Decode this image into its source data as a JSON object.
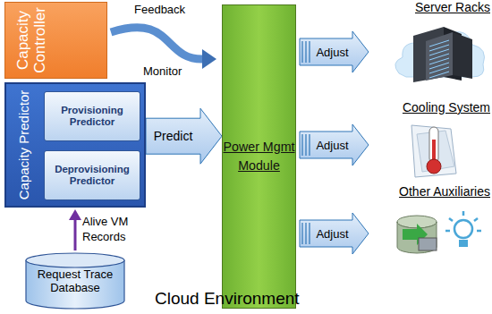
{
  "diagram": {
    "nodes": [
      {
        "text": [
          "Capacity Controller"
        ]
      },
      {
        "text": [
          "Capacity Predictor"
        ]
      },
      {
        "text": [
          "Provisioning Predictor"
        ],
        "in": 1
      },
      {
        "text": [
          "Deprovisioning Predictor"
        ],
        "in": 1
      },
      {
        "text": [
          "Power Mgmt Module"
        ]
      },
      {
        "text": [
          "Server Racks"
        ]
      },
      {
        "text": [
          "Cooling System"
        ]
      },
      {
        "text": [
          "Other Auxiliaries"
        ]
      },
      {
        "text": [
          "Request Trace Database"
        ]
      }
    ],
    "edges": [
      {
        "from": 0,
        "to": 4,
        "arrow": "to"
      },
      {
        "from": 1,
        "to": 4,
        "label": "Predict",
        "arrow": "to"
      },
      {
        "from": 4,
        "to": 5,
        "label": "Adjust",
        "arrow": "to"
      },
      {
        "from": 4,
        "to": 6,
        "label": "Adjust",
        "arrow": "to"
      },
      {
        "from": 4,
        "to": 7,
        "label": "Adjust",
        "arrow": "to"
      },
      {
        "from": 8,
        "to": 1,
        "label": "Alive VM Records",
        "arrow": "to"
      }
    ],
    "labels": [
      "Feedback",
      "Monitor",
      "Cloud Environment"
    ]
  }
}
